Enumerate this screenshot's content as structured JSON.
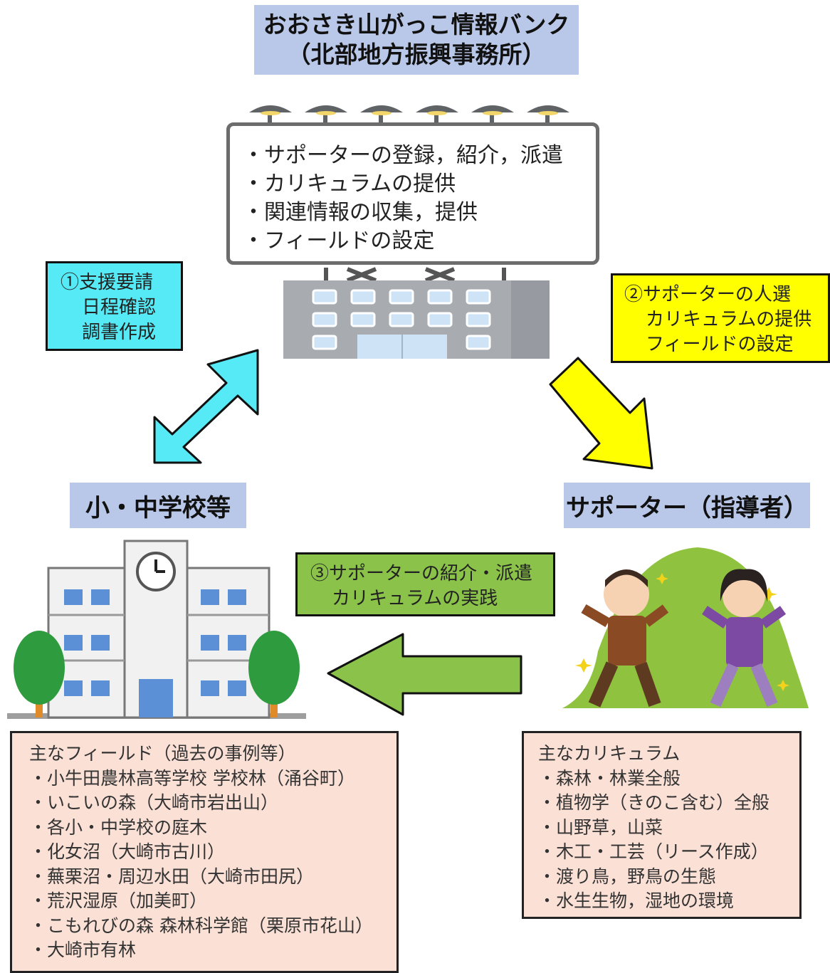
{
  "title": {
    "line1": "おおさき山がっこ情報バンク",
    "line2": "（北部地方振興事務所）"
  },
  "bank_functions": [
    "・サポーターの登録，紹介，派遣",
    "・カリキュラムの提供",
    "・関連情報の収集，提供",
    "・フィールドの設定"
  ],
  "step1": [
    "①支援要請",
    "日程確認",
    "調書作成"
  ],
  "step2": [
    "②サポーターの人選",
    "カリキュラムの提供",
    "フィールドの設定"
  ],
  "step3": [
    "③サポーターの紹介・派遣",
    "カリキュラムの実践"
  ],
  "school_label": "小・中学校等",
  "supporter_label": "サポーター（指導者）",
  "fields": {
    "heading": "主なフィールド（過去の事例等）",
    "items": [
      "・小牛田農林高等学校 学校林（涌谷町）",
      "・いこいの森（大崎市岩出山）",
      "・各小・中学校の庭木",
      "・化女沼（大崎市古川）",
      "・蕪栗沼・周辺水田（大崎市田尻）",
      "・荒沢湿原（加美町）",
      "・こもれびの森 森林科学館（栗原市花山）",
      "・大崎市有林"
    ]
  },
  "curriculum": {
    "heading": "主なカリキュラム",
    "items": [
      "・森林・林業全般",
      "・植物学（きのこ含む）全般",
      "・山野草，山菜",
      "・木工・工芸（リース作成）",
      "・渡り鳥，野鳥の生態",
      "・水生生物，湿地の環境"
    ]
  },
  "colors": {
    "title_bg": "#b9c8e8",
    "cyan": "#55eaf5",
    "yellow": "#ffff00",
    "green": "#8bc34a",
    "note_bg": "#fbe0d6"
  }
}
